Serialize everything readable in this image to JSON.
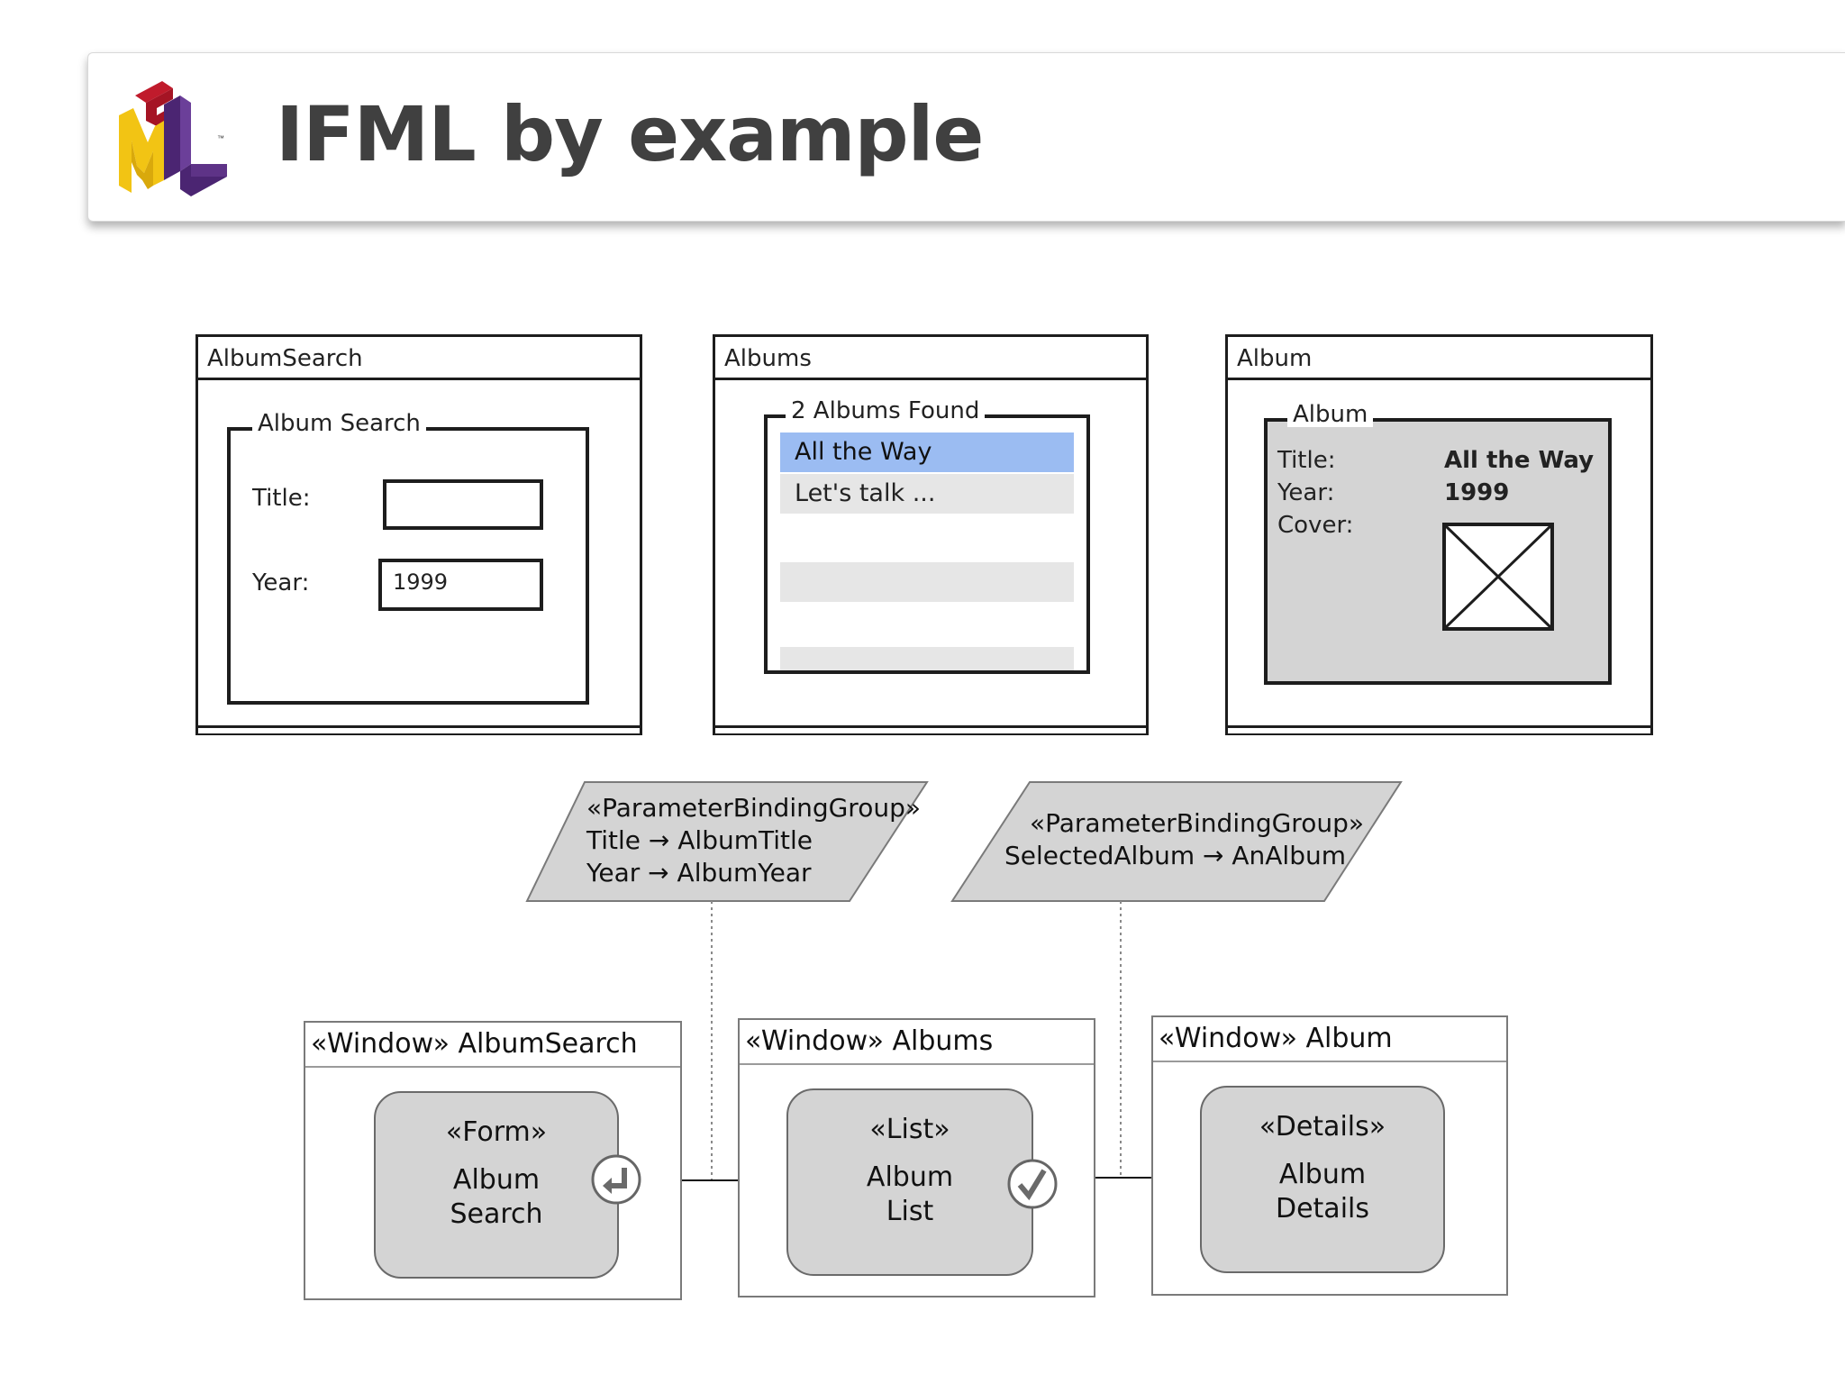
{
  "header": {
    "title": "IFML by example",
    "logo_tm": "™"
  },
  "colors": {
    "logo_yellow": "#f2c414",
    "logo_purple": "#4b2572",
    "logo_red": "#c01b2c",
    "selected_row": "#9bbcf2",
    "gray_fill": "#d4d4d4"
  },
  "mockups": {
    "album_search": {
      "window_title": "AlbumSearch",
      "group_legend": "Album Search",
      "title_label": "Title:",
      "title_value": "",
      "year_label": "Year:",
      "year_value": "1999"
    },
    "albums": {
      "window_title": "Albums",
      "group_legend": "2 Albums Found",
      "rows": [
        "All the Way",
        "Let's talk ..."
      ]
    },
    "album": {
      "window_title": "Album",
      "group_legend": "Album",
      "title_label": "Title:",
      "title_value": "All the Way",
      "year_label": "Year:",
      "year_value": "1999",
      "cover_label": "Cover:",
      "cover_icon": "image-placeholder-icon"
    }
  },
  "parameter_binding_groups": [
    {
      "stereotype": "«ParameterBindingGroup»",
      "lines": [
        "Title → AlbumTitle",
        "Year → AlbumYear"
      ]
    },
    {
      "stereotype": "«ParameterBindingGroup»",
      "lines": [
        "SelectedAlbum → AnAlbum"
      ]
    }
  ],
  "windows": [
    {
      "title": "«Window» AlbumSearch",
      "component": {
        "stereotype": "«Form»",
        "name_line1": "Album",
        "name_line2": "Search"
      },
      "event_icon": "enter-return-icon"
    },
    {
      "title": "«Window» Albums",
      "component": {
        "stereotype": "«List»",
        "name_line1": "Album",
        "name_line2": "List"
      },
      "event_icon": "checkmark-icon"
    },
    {
      "title": "«Window» Album",
      "component": {
        "stereotype": "«Details»",
        "name_line1": "Album",
        "name_line2": "Details"
      }
    }
  ]
}
